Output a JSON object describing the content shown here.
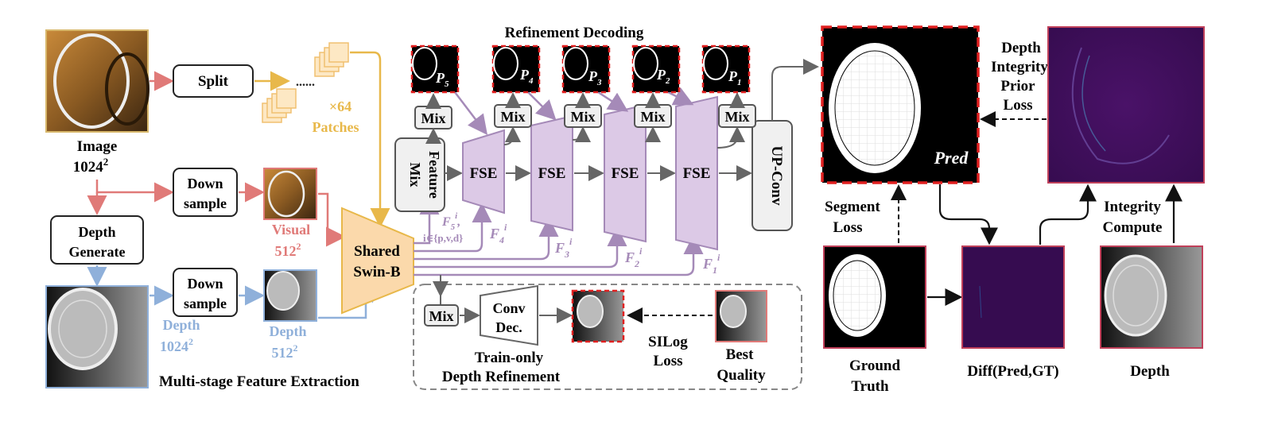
{
  "texts": {
    "split": "Split",
    "dots": "......",
    "x64": "×64",
    "patches": "Patches",
    "image": "Image",
    "image_size": "1024",
    "down_sample_1a": "Down",
    "down_sample_1b": "sample",
    "down_sample_2a": "Down",
    "down_sample_2b": "sample",
    "depth_gen_a": "Depth",
    "depth_gen_b": "Generate",
    "visual": "Visual",
    "visual_size": "512",
    "depth_1024": "Depth",
    "depth_1024_size": "1024",
    "depth_512": "Depth",
    "depth_512_size": "512",
    "swin_a": "Shared",
    "swin_b": "Swin-B",
    "multi_stage": "Multi-stage Feature Extraction",
    "refinement_decoding": "Refinement Decoding",
    "feature_mix_a": "Feature",
    "feature_mix_b": "Mix",
    "fse": "FSE",
    "mix": "Mix",
    "up_conv": "UP-Conv",
    "f5": "F",
    "f5_sub": "5",
    "f5_sup": "i",
    "f5_set": "i∈{p,v,d}",
    "f4": "F",
    "f4_sub": "4",
    "f3_sub": "3",
    "f2_sub": "2",
    "f1_sub": "1",
    "p5": "P",
    "p5_sub": "5",
    "p4_sub": "4",
    "p3_sub": "3",
    "p2_sub": "2",
    "p1_sub": "1",
    "conv_dec_a": "Conv",
    "conv_dec_b": "Dec.",
    "train_only_a": "Train-only",
    "train_only_b": "Depth Refinement",
    "silog_a": "SILog",
    "silog_b": "Loss",
    "best_a": "Best",
    "best_b": "Quality",
    "pred": "Pred",
    "segment_a": "Segment",
    "segment_b": "Loss",
    "dip_a": "Depth",
    "dip_b": "Integrity",
    "dip_c": "Prior",
    "dip_d": "Loss",
    "integrity_a": "Integrity",
    "integrity_b": "Compute",
    "gt_a": "Ground",
    "gt_b": "Truth",
    "diff": "Diff(Pred,GT)",
    "depth": "Depth",
    "sq": "2"
  },
  "colors": {
    "red": "#e07a78",
    "blue": "#8fb0da",
    "yellow": "#e8b84a",
    "purple": "#a58ab8",
    "fse_fill": "#dcc9e6",
    "swin_fill": "#fbd9ab",
    "heatmap": "#3a0f55"
  }
}
